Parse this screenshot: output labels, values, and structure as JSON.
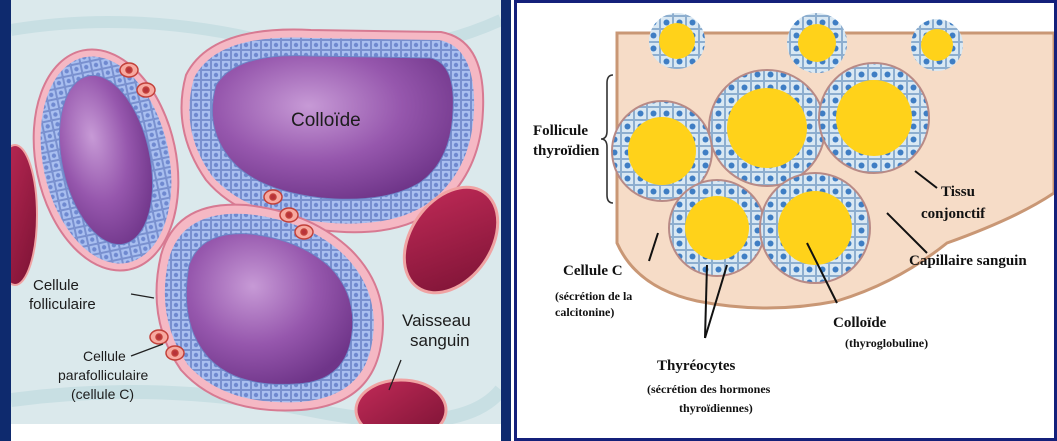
{
  "left_panel": {
    "labels": {
      "colloid": "Colloïde",
      "follicular_cell_1": "Cellule",
      "follicular_cell_2": "folliculaire",
      "parafollicular_1": "Cellule",
      "parafollicular_2": "parafolliculaire",
      "parafollicular_3": "(cellule C)",
      "vessel_1": "Vaisseau",
      "vessel_2": "sanguin"
    }
  },
  "right_panel": {
    "labels": {
      "follicle_1": "Follicule",
      "follicle_2": "thyroïdien",
      "tissue_1": "Tissu",
      "tissue_2": "conjonctif",
      "capillary": "Capillaire sanguin",
      "c_cell_1": "Cellule C",
      "c_cell_2": "(sécrétion de la",
      "c_cell_3": "calcitonine)",
      "colloid_1": "Colloïde",
      "colloid_2": "(thyroglobuline)",
      "thyrocytes_1": "Thyréocytes",
      "thyrocytes_2": "(sécrétion des hormones",
      "thyrocytes_3": "thyroïdiennes)"
    }
  },
  "colors": {
    "colloid_purple": "#8e4fa6",
    "cell_blue": "#9fb5e6",
    "vessel_red": "#9c1c44",
    "colloid_yellow": "#ffd21a",
    "frame_blue": "#14207a"
  }
}
